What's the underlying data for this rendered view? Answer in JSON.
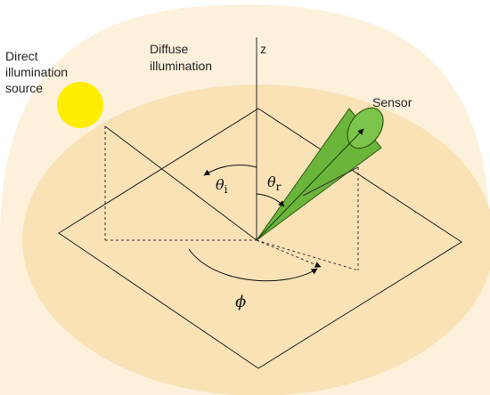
{
  "labels": {
    "direct_source_line1": "Direct",
    "direct_source_line2": "illumination",
    "direct_source_line3": "source",
    "diffuse_line1": "Diffuse",
    "diffuse_line2": "illumination",
    "z_axis": "z",
    "sensor": "Sensor",
    "theta": "θ",
    "theta_i_sub": "i",
    "theta_r_sub": "r",
    "phi": "ϕ"
  },
  "colors": {
    "dome": "#fcedcf",
    "dome_inner": "#f8dfb0",
    "sun": "#ffee00",
    "sensor_cone": "#6ab53a",
    "sensor_edge": "#2f5c14",
    "lines": "#222222"
  }
}
